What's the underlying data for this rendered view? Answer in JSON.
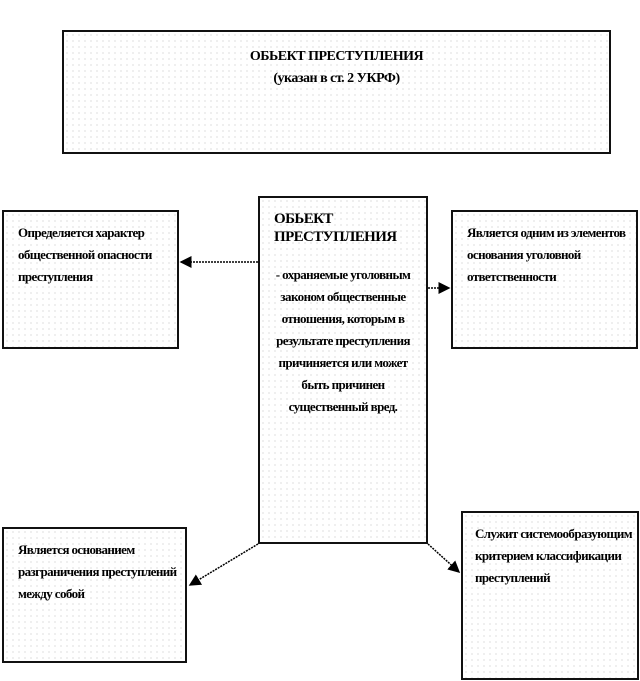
{
  "top_box": {
    "title": "ОБЬЕКТ ПРЕСТУПЛЕНИЯ",
    "subtitle": "(указан в ст. 2 УКРФ)"
  },
  "center_box": {
    "title": "ОБЬЕКТ ПРЕСТУПЛЕНИЯ",
    "body": "- охраняемые уголовным законом общественные отношения, которым в результате преступления причиняется или может быть причинен существенный вред."
  },
  "left_top_box": "Определяется характер общественной опасности преступления",
  "right_top_box": "Является одним из элементов основания уголовной ответственности",
  "left_bottom_box": "Является основанием разграничения преступлений между собой",
  "right_bottom_box": "Служит системообразующим критерием классификации преступлений"
}
